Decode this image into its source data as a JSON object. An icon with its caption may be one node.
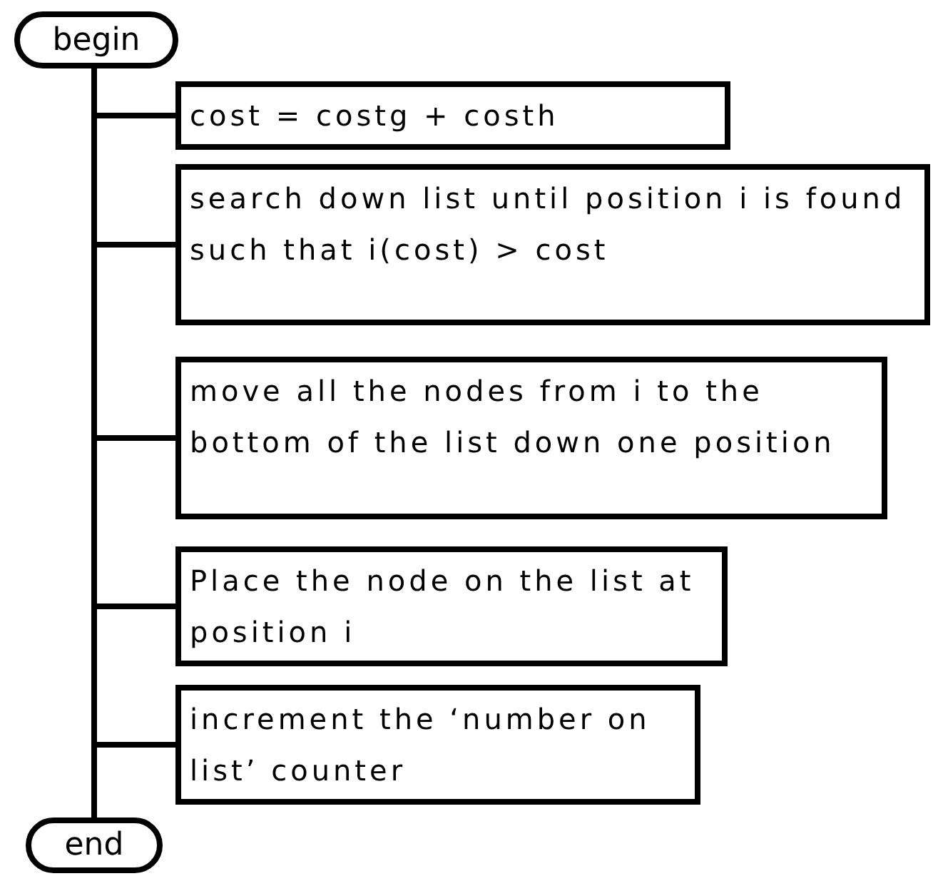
{
  "diagram": {
    "nodes": [
      {
        "text": [
          "begin"
        ]
      },
      {
        "text": [
          "cost = costg + costh"
        ]
      },
      {
        "text": [
          "search down list until position i is found such that i(cost) > cost"
        ]
      },
      {
        "text": [
          "move all the nodes from i to the bottom of the list down one position"
        ]
      },
      {
        "text": [
          "Place the node on the list at position i"
        ]
      },
      {
        "text": [
          "increment the ‘number on list’ counter"
        ]
      },
      {
        "text": [
          "end"
        ]
      }
    ],
    "edges": [
      {
        "from": 0,
        "to": 6,
        "arrow": "none"
      },
      {
        "from": 0,
        "to": 1,
        "arrow": "none"
      },
      {
        "from": 0,
        "to": 2,
        "arrow": "none"
      },
      {
        "from": 0,
        "to": 3,
        "arrow": "none"
      },
      {
        "from": 0,
        "to": 4,
        "arrow": "none"
      },
      {
        "from": 0,
        "to": 5,
        "arrow": "none"
      }
    ]
  }
}
